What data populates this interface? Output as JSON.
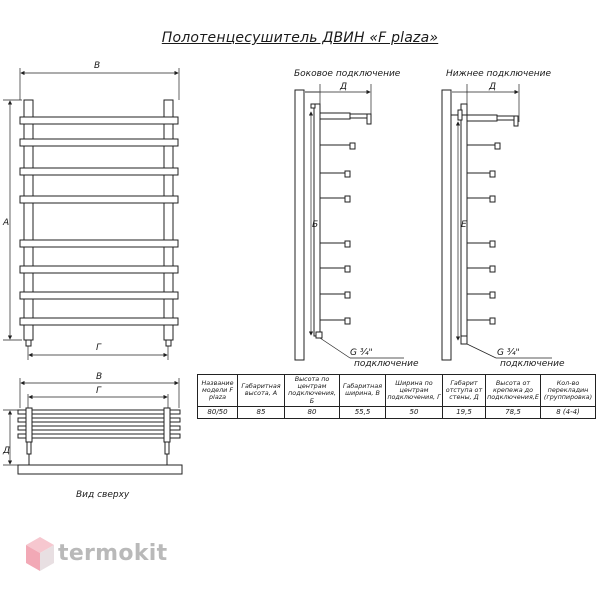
{
  "title": "Полотенцесушитель ДВИН «F plaza»",
  "front_view": {
    "dim_width": "В",
    "dim_height": "А",
    "dim_axis": "Г"
  },
  "side_view": {
    "caption": "Боковое подключение",
    "dim_depth": "Д",
    "dim_center": "Б",
    "thread": "G ¾\"",
    "connection": "подключение"
  },
  "bottom_view": {
    "caption": "Нижнее подключение",
    "dim_depth": "Д",
    "dim_center": "Е",
    "thread": "G ¾\"",
    "connection": "подключение"
  },
  "top_view": {
    "dim_width": "В",
    "dim_axis": "Г",
    "dim_depth": "Д",
    "caption": "Вид сверху"
  },
  "spec_table": {
    "headers": [
      "Название модели F plaza",
      "Габаритная высота, А",
      "Высота по центрам подключения, Б",
      "Габаритная ширина, В",
      "Ширина по центрам подключения, Г",
      "Габарит отступа от стены, Д",
      "Высота от крепежа до подключения,Е",
      "Кол-во перекладин (группировка)"
    ],
    "values": [
      "80/50",
      "85",
      "80",
      "55,5",
      "50",
      "19,5",
      "78,5",
      "8 (4-4)"
    ]
  },
  "logo": {
    "text": "termokit",
    "color": "#b9b9b9"
  }
}
